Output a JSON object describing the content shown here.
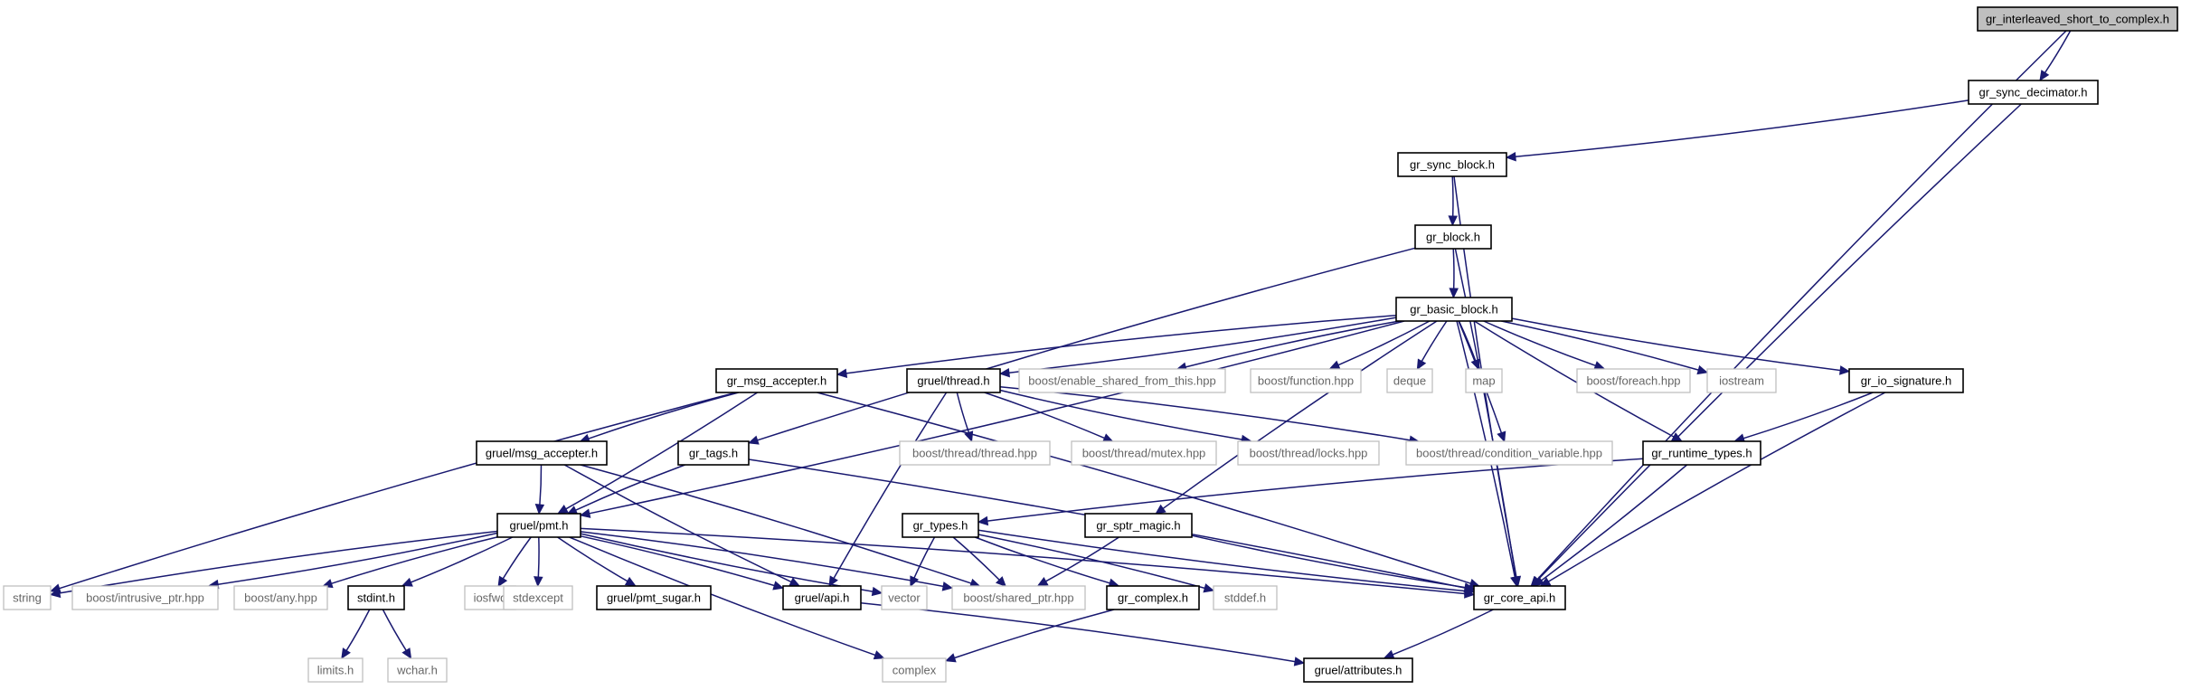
{
  "graph": {
    "nodes": [
      {
        "id": "root",
        "label": "gr_interleaved_short_to_complex.h",
        "kind": "root"
      },
      {
        "id": "sync_dec",
        "label": "gr_sync_decimator.h",
        "kind": "doc"
      },
      {
        "id": "sync_block",
        "label": "gr_sync_block.h",
        "kind": "doc"
      },
      {
        "id": "block",
        "label": "gr_block.h",
        "kind": "doc"
      },
      {
        "id": "basic_block",
        "label": "gr_basic_block.h",
        "kind": "doc"
      },
      {
        "id": "msg_accepter",
        "label": "gr_msg_accepter.h",
        "kind": "doc"
      },
      {
        "id": "gruel_thread",
        "label": "gruel/thread.h",
        "kind": "doc"
      },
      {
        "id": "enable_shared",
        "label": "boost/enable_shared_from_this.hpp",
        "kind": "ext"
      },
      {
        "id": "bfunction",
        "label": "boost/function.hpp",
        "kind": "ext"
      },
      {
        "id": "deque",
        "label": "deque",
        "kind": "ext"
      },
      {
        "id": "map",
        "label": "map",
        "kind": "ext"
      },
      {
        "id": "foreach",
        "label": "boost/foreach.hpp",
        "kind": "ext"
      },
      {
        "id": "iostream",
        "label": "iostream",
        "kind": "ext"
      },
      {
        "id": "io_sig",
        "label": "gr_io_signature.h",
        "kind": "doc"
      },
      {
        "id": "gruel_msg_acc",
        "label": "gruel/msg_accepter.h",
        "kind": "doc"
      },
      {
        "id": "tags",
        "label": "gr_tags.h",
        "kind": "doc"
      },
      {
        "id": "bthread",
        "label": "boost/thread/thread.hpp",
        "kind": "ext"
      },
      {
        "id": "bmutex",
        "label": "boost/thread/mutex.hpp",
        "kind": "ext"
      },
      {
        "id": "blocks",
        "label": "boost/thread/locks.hpp",
        "kind": "ext"
      },
      {
        "id": "bcond",
        "label": "boost/thread/condition_variable.hpp",
        "kind": "ext"
      },
      {
        "id": "runtime",
        "label": "gr_runtime_types.h",
        "kind": "doc"
      },
      {
        "id": "pmt",
        "label": "gruel/pmt.h",
        "kind": "doc"
      },
      {
        "id": "types",
        "label": "gr_types.h",
        "kind": "doc"
      },
      {
        "id": "sptr",
        "label": "gr_sptr_magic.h",
        "kind": "doc"
      },
      {
        "id": "string",
        "label": "string",
        "kind": "ext"
      },
      {
        "id": "intrusive",
        "label": "boost/intrusive_ptr.hpp",
        "kind": "ext"
      },
      {
        "id": "any",
        "label": "boost/any.hpp",
        "kind": "ext"
      },
      {
        "id": "stdint",
        "label": "stdint.h",
        "kind": "doc"
      },
      {
        "id": "iosfwd",
        "label": "iosfwd",
        "kind": "ext"
      },
      {
        "id": "stdexcept",
        "label": "stdexcept",
        "kind": "ext"
      },
      {
        "id": "pmt_sugar",
        "label": "gruel/pmt_sugar.h",
        "kind": "doc"
      },
      {
        "id": "gruel_api",
        "label": "gruel/api.h",
        "kind": "doc"
      },
      {
        "id": "vector",
        "label": "vector",
        "kind": "ext"
      },
      {
        "id": "shared_ptr",
        "label": "boost/shared_ptr.hpp",
        "kind": "ext"
      },
      {
        "id": "complex_h",
        "label": "gr_complex.h",
        "kind": "doc"
      },
      {
        "id": "stddef",
        "label": "stddef.h",
        "kind": "ext"
      },
      {
        "id": "core_api",
        "label": "gr_core_api.h",
        "kind": "doc"
      },
      {
        "id": "limits",
        "label": "limits.h",
        "kind": "ext"
      },
      {
        "id": "wchar",
        "label": "wchar.h",
        "kind": "ext"
      },
      {
        "id": "complex",
        "label": "complex",
        "kind": "ext"
      },
      {
        "id": "attributes",
        "label": "gruel/attributes.h",
        "kind": "doc"
      }
    ],
    "edges": [
      [
        "root",
        "sync_dec"
      ],
      [
        "root",
        "core_api"
      ],
      [
        "sync_dec",
        "sync_block"
      ],
      [
        "sync_dec",
        "core_api"
      ],
      [
        "sync_block",
        "block"
      ],
      [
        "sync_block",
        "core_api"
      ],
      [
        "block",
        "basic_block"
      ],
      [
        "block",
        "tags"
      ],
      [
        "block",
        "core_api"
      ],
      [
        "basic_block",
        "msg_accepter"
      ],
      [
        "basic_block",
        "gruel_thread"
      ],
      [
        "basic_block",
        "enable_shared"
      ],
      [
        "basic_block",
        "bfunction"
      ],
      [
        "basic_block",
        "deque"
      ],
      [
        "basic_block",
        "map"
      ],
      [
        "basic_block",
        "foreach"
      ],
      [
        "basic_block",
        "iostream"
      ],
      [
        "basic_block",
        "io_sig"
      ],
      [
        "basic_block",
        "bcond"
      ],
      [
        "basic_block",
        "runtime"
      ],
      [
        "basic_block",
        "pmt"
      ],
      [
        "basic_block",
        "sptr"
      ],
      [
        "basic_block",
        "core_api"
      ],
      [
        "msg_accepter",
        "gruel_msg_acc"
      ],
      [
        "msg_accepter",
        "pmt"
      ],
      [
        "msg_accepter",
        "string"
      ],
      [
        "msg_accepter",
        "core_api"
      ],
      [
        "gruel_thread",
        "bthread"
      ],
      [
        "gruel_thread",
        "bmutex"
      ],
      [
        "gruel_thread",
        "blocks"
      ],
      [
        "gruel_thread",
        "bcond"
      ],
      [
        "gruel_thread",
        "gruel_api"
      ],
      [
        "io_sig",
        "runtime"
      ],
      [
        "io_sig",
        "core_api"
      ],
      [
        "gruel_msg_acc",
        "pmt"
      ],
      [
        "gruel_msg_acc",
        "gruel_api"
      ],
      [
        "gruel_msg_acc",
        "shared_ptr"
      ],
      [
        "tags",
        "pmt"
      ],
      [
        "tags",
        "core_api"
      ],
      [
        "runtime",
        "types"
      ],
      [
        "runtime",
        "core_api"
      ],
      [
        "pmt",
        "string"
      ],
      [
        "pmt",
        "intrusive"
      ],
      [
        "pmt",
        "any"
      ],
      [
        "pmt",
        "stdint"
      ],
      [
        "pmt",
        "iosfwd"
      ],
      [
        "pmt",
        "stdexcept"
      ],
      [
        "pmt",
        "pmt_sugar"
      ],
      [
        "pmt",
        "gruel_api"
      ],
      [
        "pmt",
        "vector"
      ],
      [
        "pmt",
        "shared_ptr"
      ],
      [
        "pmt",
        "complex"
      ],
      [
        "pmt",
        "core_api"
      ],
      [
        "types",
        "vector"
      ],
      [
        "types",
        "shared_ptr"
      ],
      [
        "types",
        "complex_h"
      ],
      [
        "types",
        "stddef"
      ],
      [
        "types",
        "core_api"
      ],
      [
        "sptr",
        "shared_ptr"
      ],
      [
        "sptr",
        "core_api"
      ],
      [
        "stdint",
        "limits"
      ],
      [
        "stdint",
        "wchar"
      ],
      [
        "gruel_api",
        "attributes"
      ],
      [
        "complex_h",
        "complex"
      ],
      [
        "core_api",
        "attributes"
      ]
    ]
  }
}
